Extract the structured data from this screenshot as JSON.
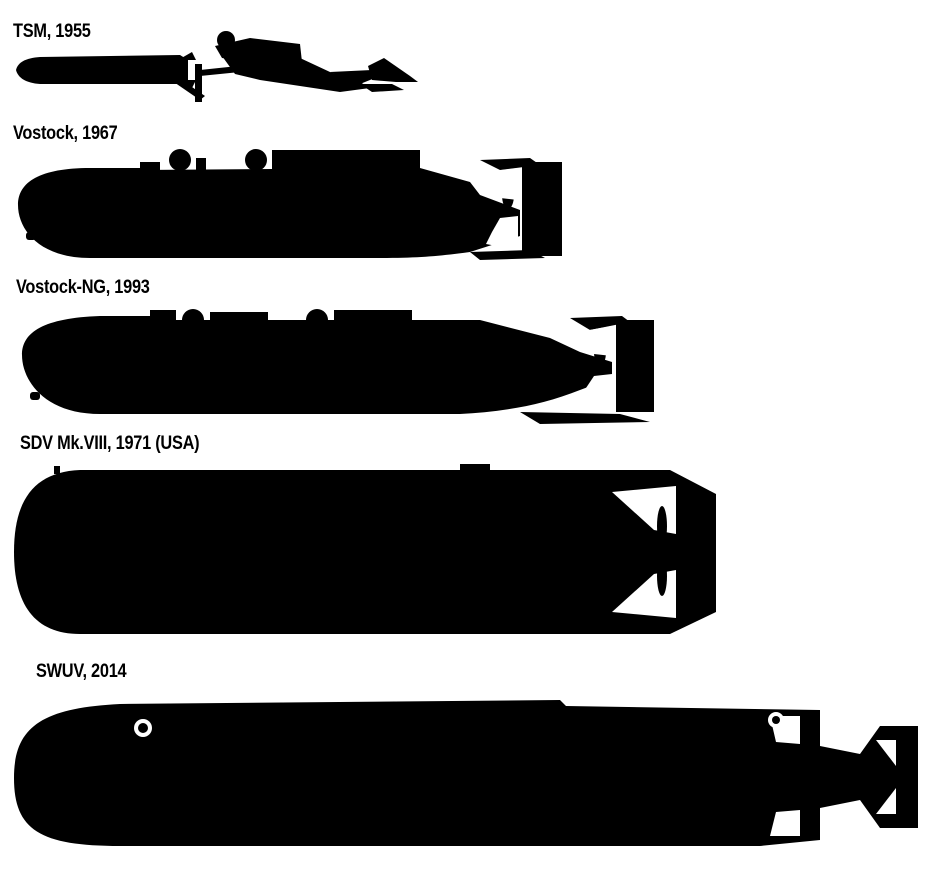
{
  "vehicles": [
    {
      "label": "TSM, 1955"
    },
    {
      "label": "Vostock, 1967"
    },
    {
      "label": "Vostock-NG, 1993"
    },
    {
      "label": "SDV Mk.VIII, 1971 (USA)"
    },
    {
      "label": "SWUV, 2014"
    }
  ],
  "colors": {
    "silhouette": "#000000",
    "background": "#ffffff"
  }
}
